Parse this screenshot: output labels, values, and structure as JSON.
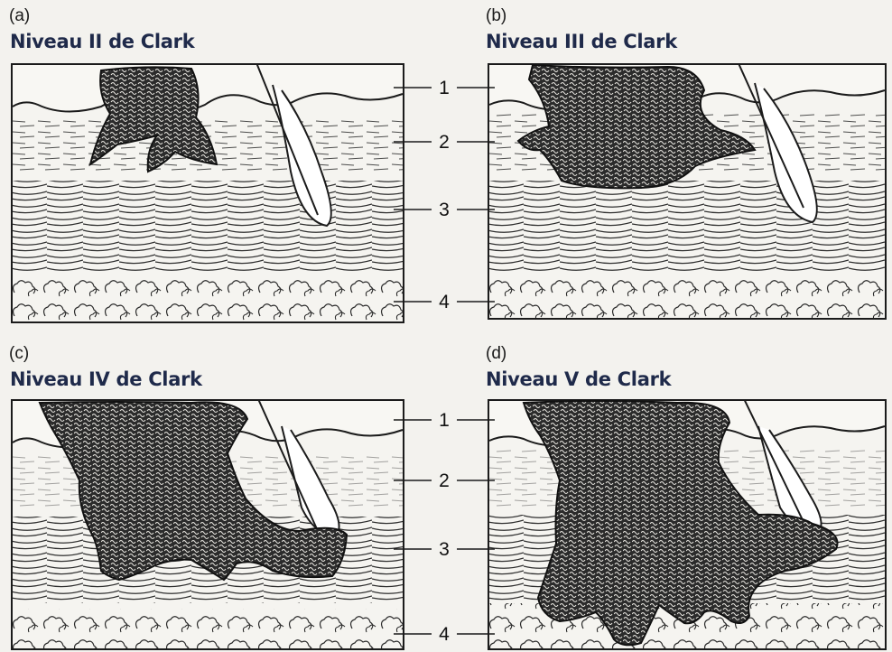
{
  "panels": [
    {
      "letter": "(a)",
      "title": "Niveau II de Clark"
    },
    {
      "letter": "(b)",
      "title": "Niveau III de Clark"
    },
    {
      "letter": "(c)",
      "title": "Niveau IV de Clark"
    },
    {
      "letter": "(d)",
      "title": "Niveau V de Clark"
    }
  ],
  "layer_labels": {
    "top": [
      "1",
      "2",
      "3",
      "4"
    ],
    "bottom": [
      "1",
      "2",
      "3",
      "4"
    ]
  },
  "colors": {
    "ink": "#1b1b1b",
    "tumor": "#2a2a2a",
    "paper": "#f3f2ee",
    "title": "#1f2a4a"
  }
}
